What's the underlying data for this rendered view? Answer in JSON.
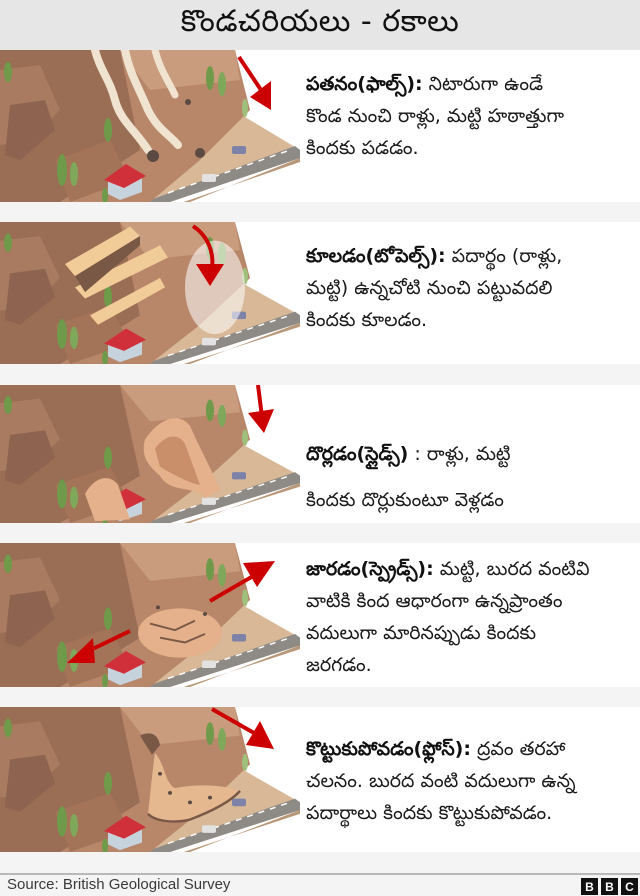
{
  "title": "కొండచరియలు - రకాలు",
  "colors": {
    "title_bg": "#e6e6e6",
    "separator_bg": "#f4f4f4",
    "arrow_red": "#cc0000",
    "cliff_dark": "#9a6d55",
    "cliff_mid": "#b8876a",
    "cliff_light": "#c99c7e",
    "ground": "#d8b896",
    "road": "#8e8a86",
    "tree": "#6f9a4a",
    "house_roof": "#d0303a"
  },
  "panels": [
    {
      "id": "fall",
      "term": "పతనం(ఫాల్స్):",
      "lines": [
        "నిటారుగా ఉండే",
        "కొండ నుంచి రాళ్లు, మట్టి హఠాత్తుగా",
        "కిందకు పడడం."
      ],
      "illustration": "rocks-falling-with-dust-trails",
      "arrow": "down-right-arrow"
    },
    {
      "id": "topple",
      "term": "కూలడం(టోపెల్స్):",
      "lines": [
        "పదార్థం (రాళ్లు,",
        "మట్టి) ఉన్నచోటి నుంచి పట్టువదలి",
        "కిందకు కూలడం."
      ],
      "illustration": "rock-slabs-toppling-forward",
      "arrow": "curved-down-arrow"
    },
    {
      "id": "slide",
      "term": "దొర్లడం(స్లైడ్స్)",
      "lines": [
        ": రాళ్లు, మట్టి",
        "కిందకు దొర్లుకుంటూ వెళ్లడం"
      ],
      "illustration": "rock-mass-sliding-down-slope",
      "arrow": "down-arrow"
    },
    {
      "id": "spread",
      "term": "జారడం(స్ప్రెడ్స్):",
      "lines": [
        "మట్టి, బురద వంటివి",
        "వాటికి కింద ఆధారంగా ఉన్నప్రాంతం",
        "వదులుగా మారినప్పుడు కిందకు",
        "జరగడం."
      ],
      "illustration": "ground-spreading-laterally",
      "arrow": "two-way-diagonal-arrows"
    },
    {
      "id": "flow",
      "term": "కొట్టుకుపోవడం(ఫ్లోస్):",
      "lines": [
        "ద్రవం తరహా",
        "చలనం. బురద వంటి వదులుగా ఉన్న",
        "పదార్థాలు కిందకు కొట్టుకుపోవడం."
      ],
      "illustration": "debris-flow-from-hillside-channel",
      "arrow": "down-right-arrow"
    }
  ],
  "footer": {
    "source": "Source: British Geological Survey",
    "logo": [
      "B",
      "B",
      "C"
    ]
  }
}
